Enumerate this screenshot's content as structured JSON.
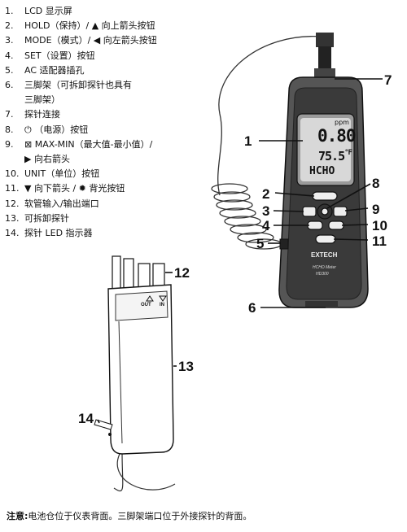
{
  "legend": [
    {
      "num": "1.",
      "text": "LCD 显示屏"
    },
    {
      "num": "2.",
      "text": "HOLD（保持）/ ▲ 向上箭头按钮"
    },
    {
      "num": "3.",
      "text": "MODE（模式）/ ◀ 向左箭头按钮"
    },
    {
      "num": "4.",
      "text": "SET（设置）按钮"
    },
    {
      "num": "5.",
      "text": "AC 适配器插孔"
    },
    {
      "num": "6.",
      "text": "三脚架（可拆卸探针也具有"
    },
    {
      "num": "",
      "text": "三脚架）"
    },
    {
      "num": "7.",
      "text": "探针连接"
    },
    {
      "num": "8.",
      "text": "⏻ （电源）按钮"
    },
    {
      "num": "9.",
      "text": "⊠ MAX-MIN（最大值-最小值）/"
    },
    {
      "num": "",
      "text": "▶ 向右箭头"
    },
    {
      "num": "10.",
      "text": "UNIT（单位）按钮"
    },
    {
      "num": "11.",
      "text": "▼ 向下箭头 / ✹ 背光按钮"
    },
    {
      "num": "12.",
      "text": "软管输入/输出端口"
    },
    {
      "num": "13.",
      "text": "可拆卸探针"
    },
    {
      "num": "14.",
      "text": "探针 LED 指示器"
    }
  ],
  "callouts": [
    "1",
    "2",
    "3",
    "4",
    "5",
    "6",
    "7",
    "8",
    "9",
    "10",
    "11",
    "12",
    "13",
    "14"
  ],
  "display": {
    "unit": "ppm",
    "reading": "0.80",
    "temp": "75.5",
    "temp_unit": "°F",
    "gas": "HCHO"
  },
  "device": {
    "brand": "EXTECH",
    "model_line1": "HCHO Meter",
    "model_line2": "HD300"
  },
  "probe": {
    "out_label": "OUT",
    "in_label": "IN"
  },
  "note": {
    "label": "注意",
    "colon": ":",
    "text": "电池仓位于仪表背面。三脚架端口位于外接探针的背面。"
  }
}
